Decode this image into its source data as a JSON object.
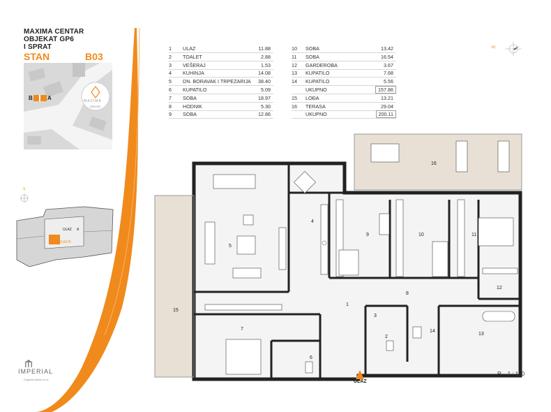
{
  "header": {
    "line1": "MAXIMA CENTAR",
    "line2": "OBJEKAT GP6",
    "line3": "I SPRAT",
    "stan_label": "STAN",
    "stan_code": "B03"
  },
  "site_map": {
    "building_letters": [
      "B",
      "A"
    ],
    "logo_text": "MAXIMA",
    "logo_sub": "CENTAR"
  },
  "key_plan": {
    "compass_label": "S",
    "ulaz_label": "ULAZ",
    "ulaz_b_label": "ULAZ B",
    "letter_a": "A"
  },
  "room_table_left": [
    {
      "num": "1",
      "name": "ULAZ",
      "area": "11.88"
    },
    {
      "num": "2",
      "name": "TOALET",
      "area": "2.88"
    },
    {
      "num": "3",
      "name": "VEŠERAJ",
      "area": "1.53"
    },
    {
      "num": "4",
      "name": "KUHINJA",
      "area": "14.08"
    },
    {
      "num": "5",
      "name": "DN. BORAVAK I TRPEZARIJA",
      "area": "38.40"
    },
    {
      "num": "6",
      "name": "KUPATILO",
      "area": "5.09"
    },
    {
      "num": "7",
      "name": "SOBA",
      "area": "18.97"
    },
    {
      "num": "8",
      "name": "HODNIK",
      "area": "5.30"
    },
    {
      "num": "9",
      "name": "SOBA",
      "area": "12.86"
    }
  ],
  "room_table_right": [
    {
      "num": "10",
      "name": "SOBA",
      "area": "13.42"
    },
    {
      "num": "11",
      "name": "SOBA",
      "area": "16.54"
    },
    {
      "num": "12",
      "name": "GARDEROBA",
      "area": "3.67"
    },
    {
      "num": "13",
      "name": "KUPATILO",
      "area": "7.68"
    },
    {
      "num": "14",
      "name": "KUPATILO",
      "area": "5.56"
    },
    {
      "num": "",
      "name": "UKUPNO",
      "area": "157.86",
      "total": true
    },
    {
      "num": "15",
      "name": "LOĐA",
      "area": "13.21"
    },
    {
      "num": "16",
      "name": "TERASA",
      "area": "29.04"
    },
    {
      "num": "",
      "name": "UKUPNO",
      "area": "200.11",
      "total": true
    }
  ],
  "north_compass_label": "S",
  "plan_room_numbers": [
    "1",
    "2",
    "3",
    "4",
    "5",
    "6",
    "7",
    "8",
    "9",
    "10",
    "11",
    "12",
    "13",
    "14",
    "15",
    "16"
  ],
  "entrance_label": "ULAZ",
  "scale_label": "R _ 1 : 100",
  "imperial_logo": {
    "name": "IMPERIAL",
    "sub": "Cuppero Build d.o.o."
  },
  "colors": {
    "accent_orange": "#f08a1c",
    "floor_beige": "#e8e0d4",
    "wall": "#222222",
    "furniture_fill": "#ffffff"
  }
}
